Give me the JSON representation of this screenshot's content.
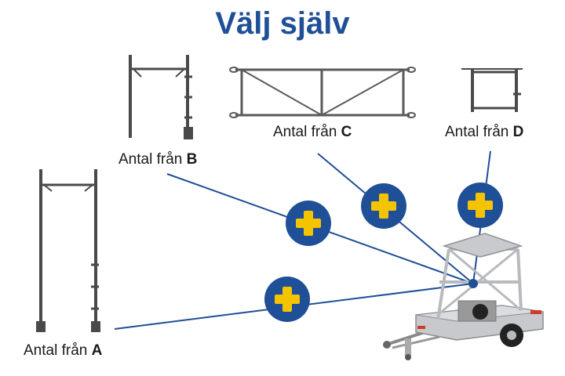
{
  "title": "Välj själv",
  "labels": [
    {
      "id": "a",
      "prefix": "Antal från ",
      "letter": "A"
    },
    {
      "id": "b",
      "prefix": "Antal från ",
      "letter": "B"
    },
    {
      "id": "c",
      "prefix": "Antal från ",
      "letter": "C"
    },
    {
      "id": "d",
      "prefix": "Antal från ",
      "letter": "D"
    }
  ],
  "colors": {
    "title": "#1f4f96",
    "line": "#1f4f96",
    "plus_circle": "#1f4f96",
    "plus_sign": "#f5c400",
    "frame": "#4a4a4a"
  },
  "icons": [
    "plus-icon",
    "frame-a-icon",
    "frame-b-icon",
    "frame-c-icon",
    "frame-d-icon",
    "trailer-icon"
  ]
}
